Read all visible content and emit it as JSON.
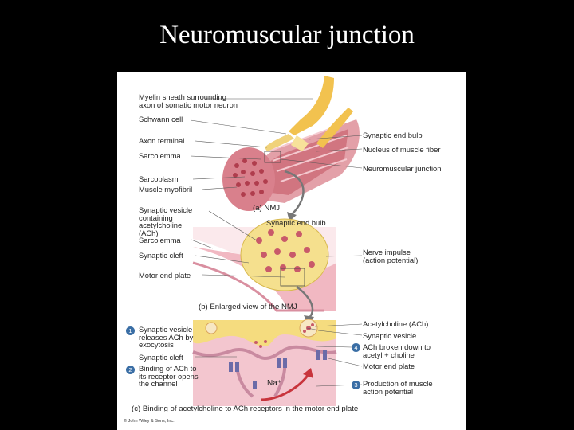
{
  "page_title": "Neuromuscular junction",
  "labels": {
    "myelin": "Myelin sheath surrounding\naxon of somatic motor neuron",
    "schwann": "Schwann cell",
    "axon_terminal": "Axon terminal",
    "sarcolemma_a": "Sarcolemma",
    "sarcoplasm": "Sarcoplasm",
    "myofibril": "Muscle myofibril",
    "end_bulb_a": "Synaptic end bulb",
    "nucleus": "Nucleus of muscle fiber",
    "nmj": "Neuromuscular junction",
    "caption_a": "(a) NMJ",
    "vesicle_b": "Synaptic vesicle\ncontaining\nacetylcholine\n(ACh)",
    "end_bulb_b": "Synaptic end bulb",
    "sarcolemma_b": "Sarcolemma",
    "cleft_b": "Synaptic cleft",
    "impulse": "Nerve impulse\n(action potential)",
    "motor_plate_b": "Motor end plate",
    "caption_b": "(b) Enlarged view of the NMJ",
    "step1": "Synaptic vesicle\nreleases ACh by\nexocytosis",
    "cleft_c": "Synaptic cleft",
    "step2": "Binding of ACh to\nits receptor opens\nthe channel",
    "ach": "Acetylcholine (ACh)",
    "vesicle_c": "Synaptic vesicle",
    "step4": "ACh broken down to\nacetyl + choline",
    "motor_plate_c": "Motor end plate",
    "step3": "Production of muscle\naction potential",
    "na": "Na⁺",
    "caption_c": "(c) Binding of acetylcholine to ACh receptors in the motor end plate",
    "copyright": "© John Wiley & Sons, Inc."
  },
  "steps": {
    "s1": "1",
    "s2": "2",
    "s3": "3",
    "s4": "4"
  },
  "colors": {
    "background": "#000000",
    "title": "#ffffff",
    "panel": "#ffffff",
    "muscle": "#f3c2c9",
    "nerve": "#f7dc8a",
    "step_badge": "#3a6ea5"
  }
}
